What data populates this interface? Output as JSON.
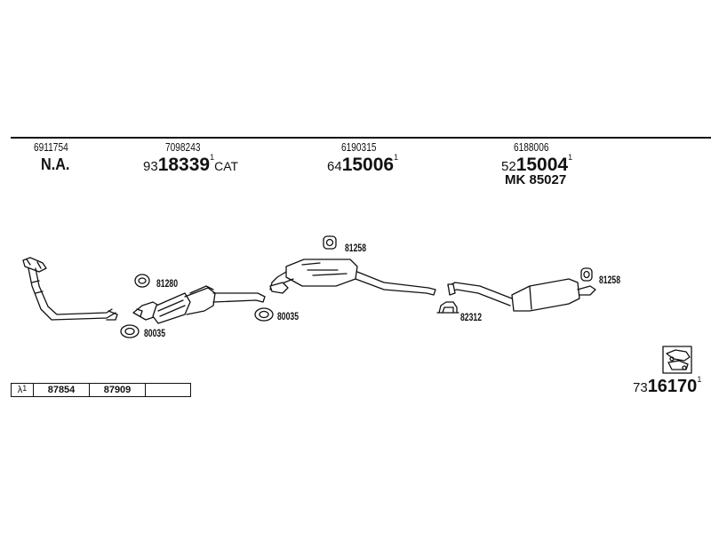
{
  "header": {
    "columns": [
      {
        "oem": "6911754",
        "label": "N.A."
      },
      {
        "oem": "7098243",
        "prefix": "93",
        "number": "18339",
        "sup": "1",
        "suffix": "CAT"
      },
      {
        "oem": "6190315",
        "prefix": "64",
        "number": "15006",
        "sup": "1"
      },
      {
        "oem": "6188006",
        "prefix": "52",
        "number": "15004",
        "sup": "1",
        "mk_label": "MK",
        "mk_number": "85027"
      }
    ]
  },
  "callouts": {
    "c81280": "81280",
    "c80035a": "80035",
    "c80035b": "80035",
    "c81258a": "81258",
    "c82312": "82312",
    "c81258b": "81258"
  },
  "legend": {
    "symbol": "λ",
    "symbol_sup": "1",
    "values": [
      "87854",
      "87909",
      ""
    ]
  },
  "reference": {
    "prefix": "73",
    "number": "16170",
    "sup": "1"
  }
}
